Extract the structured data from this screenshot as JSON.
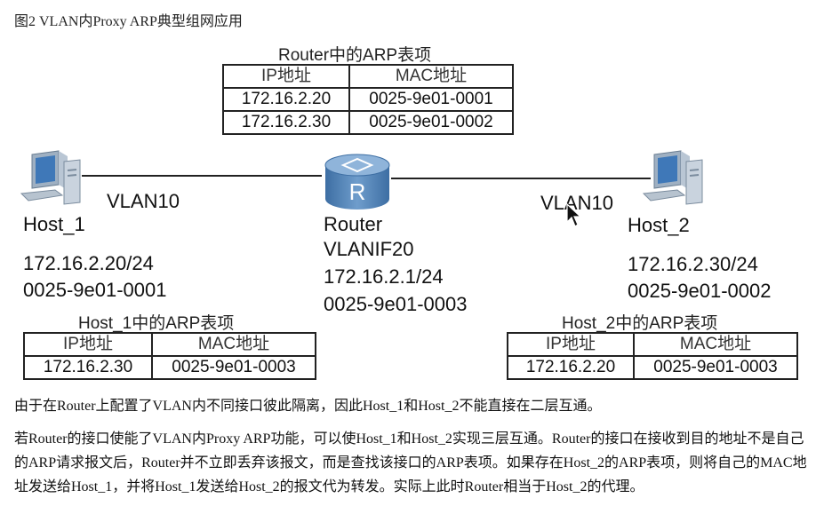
{
  "figure_title": "图2 VLAN内Proxy ARP典型组网应用",
  "router_table": {
    "caption": "Router中的ARP表项",
    "headers": [
      "IP地址",
      "MAC地址"
    ],
    "rows": [
      [
        "172.16.2.20",
        "0025-9e01-0001"
      ],
      [
        "172.16.2.30",
        "0025-9e01-0002"
      ]
    ]
  },
  "host1": {
    "name": "Host_1",
    "ip": "172.16.2.20/24",
    "mac": "0025-9e01-0001",
    "table": {
      "caption": "Host_1中的ARP表项",
      "headers": [
        "IP地址",
        "MAC地址"
      ],
      "rows": [
        [
          "172.16.2.30",
          "0025-9e01-0003"
        ]
      ]
    }
  },
  "host2": {
    "name": "Host_2",
    "ip": "172.16.2.30/24",
    "mac": "0025-9e01-0002",
    "table": {
      "caption": "Host_2中的ARP表项",
      "headers": [
        "IP地址",
        "MAC地址"
      ],
      "rows": [
        [
          "172.16.2.20",
          "0025-9e01-0003"
        ]
      ]
    }
  },
  "router": {
    "name": "Router",
    "icon_letter": "R",
    "interface": "VLANIF20",
    "ip": "172.16.2.1/24",
    "mac": "0025-9e01-0003"
  },
  "links": {
    "left_vlan": "VLAN10",
    "right_vlan": "VLAN10"
  },
  "paragraphs": [
    "由于在Router上配置了VLAN内不同接口彼此隔离，因此Host_1和Host_2不能直接在二层互通。",
    "若Router的接口使能了VLAN内Proxy ARP功能，可以使Host_1和Host_2实现三层互通。Router的接口在接收到目的地址不是自己的ARP请求报文后，Router并不立即丢弃该报文，而是查找该接口的ARP表项。如果存在Host_2的ARP表项，则将自己的MAC地址发送给Host_1，并将Host_1发送给Host_2的报文代为转发。实际上此时Router相当于Host_2的代理。"
  ],
  "colors": {
    "router_body": "#4a7bb0",
    "router_top": "#6f9dcc",
    "pc_body": "#c9d3de",
    "pc_screen": "#3f78b8"
  }
}
